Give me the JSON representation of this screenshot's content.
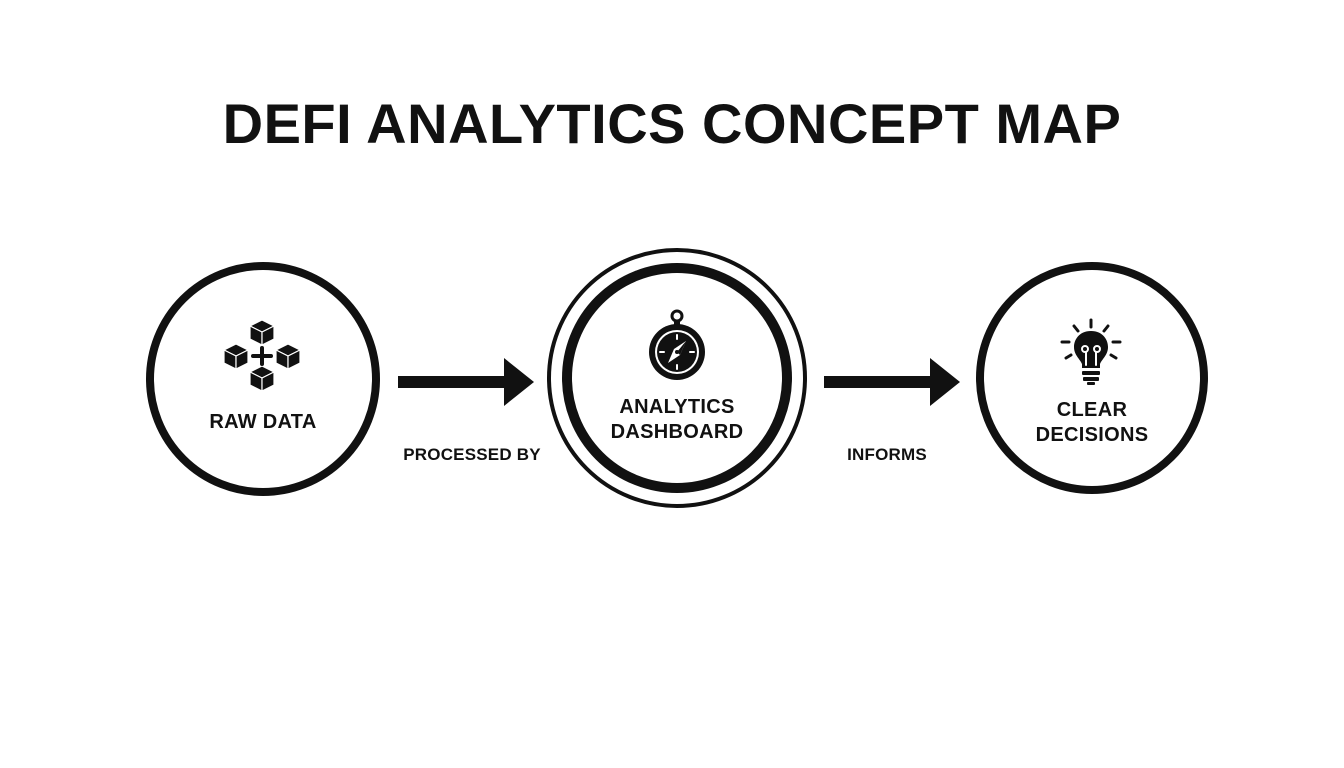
{
  "title": "DEFI ANALYTICS CONCEPT MAP",
  "nodes": [
    {
      "label": "RAW DATA",
      "icon": "blocks-icon"
    },
    {
      "label_lines": [
        "ANALYTICS",
        "DASHBOARD"
      ],
      "icon": "compass-icon"
    },
    {
      "label_lines": [
        "CLEAR",
        "DECISIONS"
      ],
      "icon": "lightbulb-icon"
    }
  ],
  "edges": [
    {
      "label": "PROCESSED BY"
    },
    {
      "label": "INFORMS"
    }
  ],
  "colors": {
    "ink": "#111111",
    "background": "#ffffff"
  }
}
